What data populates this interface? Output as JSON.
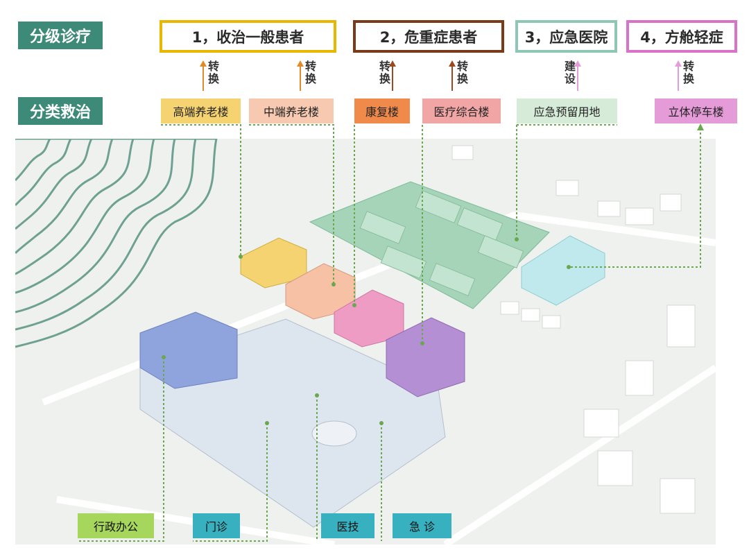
{
  "row_labels": {
    "triage": "分级诊疗",
    "classify": "分类救治"
  },
  "tiers": [
    {
      "label": "1，收治一般患者",
      "color": "#e8b800"
    },
    {
      "label": "2，危重症患者",
      "color": "#7a3b18"
    },
    {
      "label": "3，应急医院",
      "color": "#8ec7b6"
    },
    {
      "label": "4，方舱轻症",
      "color": "#d873c8"
    }
  ],
  "arrow_labels": {
    "convert": "转换",
    "build": "建设"
  },
  "categories": [
    {
      "label": "高端养老楼",
      "color": "#f5d370"
    },
    {
      "label": "中端养老楼",
      "color": "#f7c9b1"
    },
    {
      "label": "康复楼",
      "color": "#ef8a4a"
    },
    {
      "label": "医疗综合楼",
      "color": "#f2a5a5"
    },
    {
      "label": "应急预留用地",
      "color": "#d6ecd8"
    },
    {
      "label": "立体停车楼",
      "color": "#e59bd8"
    }
  ],
  "bottom_labels": [
    {
      "label": "行政办公",
      "color": "#a6d65c"
    },
    {
      "label": "门诊",
      "color": "#37b1c0"
    },
    {
      "label": "医技",
      "color": "#37b1c0"
    },
    {
      "label": "急 诊",
      "color": "#37b1c0"
    }
  ],
  "colors": {
    "row_label_bg": "#3d8a78",
    "leader_line": "#6aa84f",
    "arrow_orange": "#e08a2a",
    "arrow_brown": "#9a4a1e",
    "arrow_pink": "#e59bd8",
    "building_admin": "#8fa3dc",
    "building_high_end": "#f5d370",
    "building_mid": "#f7c1a6",
    "building_rehab": "#ee9cc4",
    "building_medical": "#b58fd4",
    "emergency_land": "#a6d4b8",
    "parking": "#bfe9ec"
  }
}
